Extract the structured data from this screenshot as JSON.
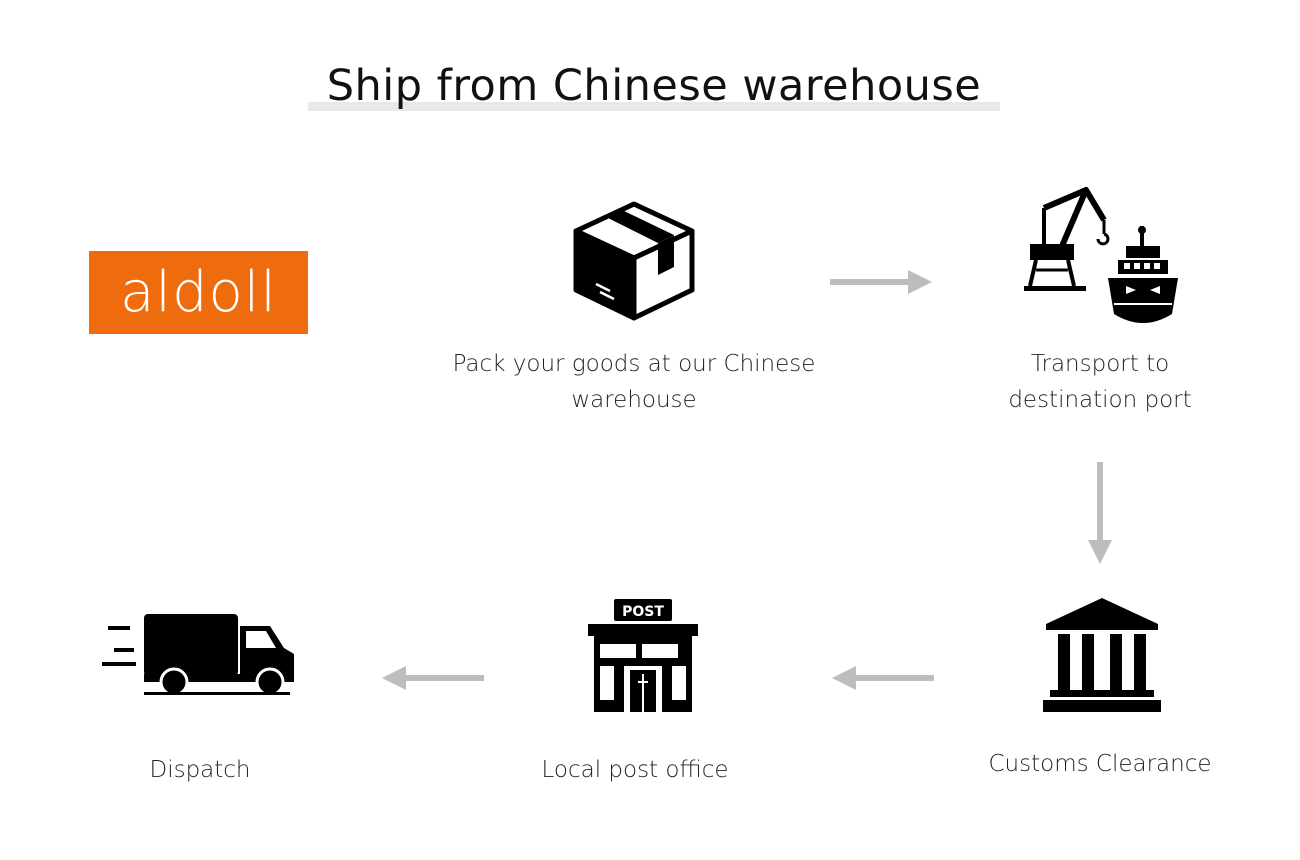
{
  "title": "Ship from Chinese warehouse",
  "logo": {
    "text": "aldoll",
    "color": "#ef6c0e"
  },
  "steps": [
    {
      "icon": "package-box-icon",
      "label": "Pack your goods at our Chinese warehouse"
    },
    {
      "icon": "port-crane-ship-icon",
      "label": "Transport to destination port"
    },
    {
      "icon": "customs-building-icon",
      "label": "Customs Clearance"
    },
    {
      "icon": "post-office-icon",
      "label": "Local post office",
      "sign": "POST"
    },
    {
      "icon": "delivery-truck-icon",
      "label": "Dispatch"
    }
  ],
  "colors": {
    "arrow": "#bdbdbd",
    "icon": "#000000",
    "title_underline": "#e8e8e8"
  }
}
